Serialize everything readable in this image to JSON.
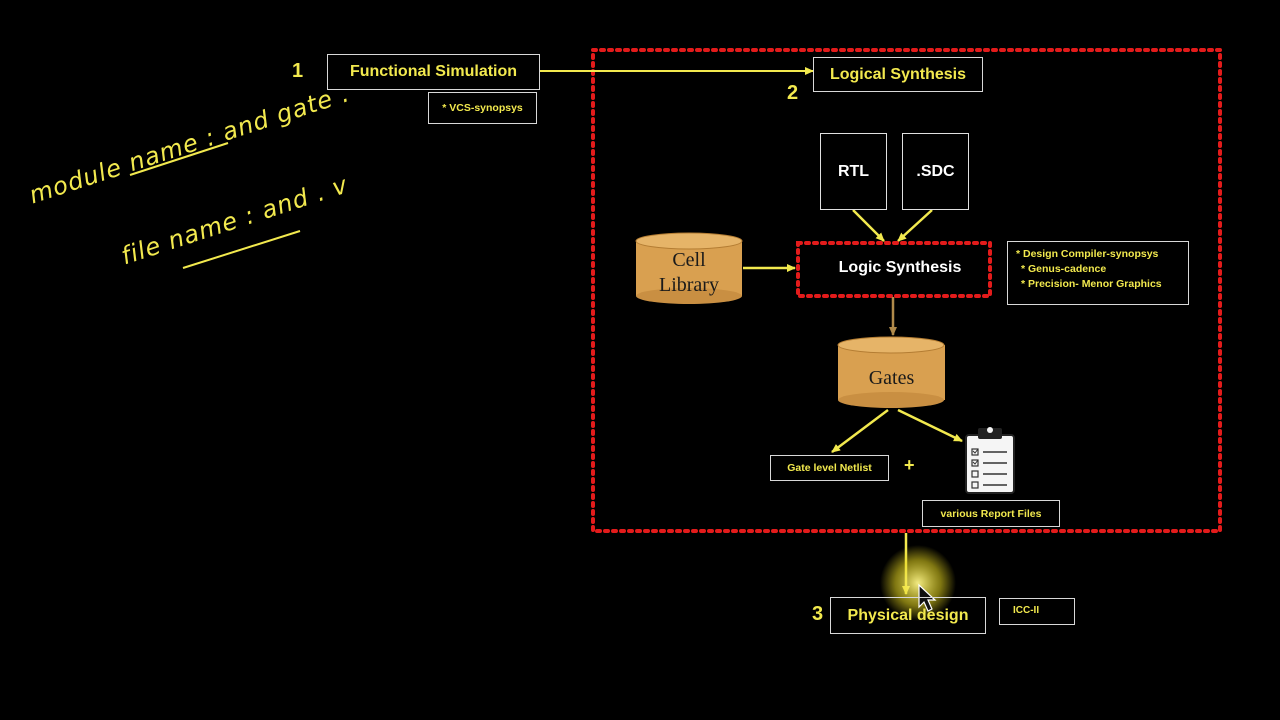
{
  "colors": {
    "background": "#000000",
    "text": "#f2e94e",
    "dotted_border": "#e31b1b",
    "cylinder": "#d9a050",
    "box_border": "#d8d8d8"
  },
  "step1": {
    "number": "1",
    "title": "Functional Simulation",
    "tool": "* VCS-synopsys"
  },
  "step2": {
    "number": "2",
    "title": "Logical Synthesis"
  },
  "inputs": {
    "rtl": "RTL",
    "sdc": ".SDC"
  },
  "cell_library": {
    "line1": "Cell",
    "line2": "Library"
  },
  "logic_synthesis": {
    "title": "Logic Synthesis"
  },
  "synthesis_tools": [
    "* Design Compiler-synopsys",
    "* Genus-cadence",
    "* Precision- Menor Graphics"
  ],
  "gates": {
    "label": "Gates"
  },
  "outputs": {
    "netlist": "Gate level Netlist",
    "plus": "+",
    "reports": "various Report Files"
  },
  "step3": {
    "number": "3",
    "title": "Physical design",
    "tool": "ICC-II"
  },
  "handwriting": {
    "line1": "module name : and gate .",
    "line2": "file name : and . v"
  },
  "icons": {
    "report": "clipboard-checklist-icon",
    "cursor": "mouse-pointer-icon"
  }
}
